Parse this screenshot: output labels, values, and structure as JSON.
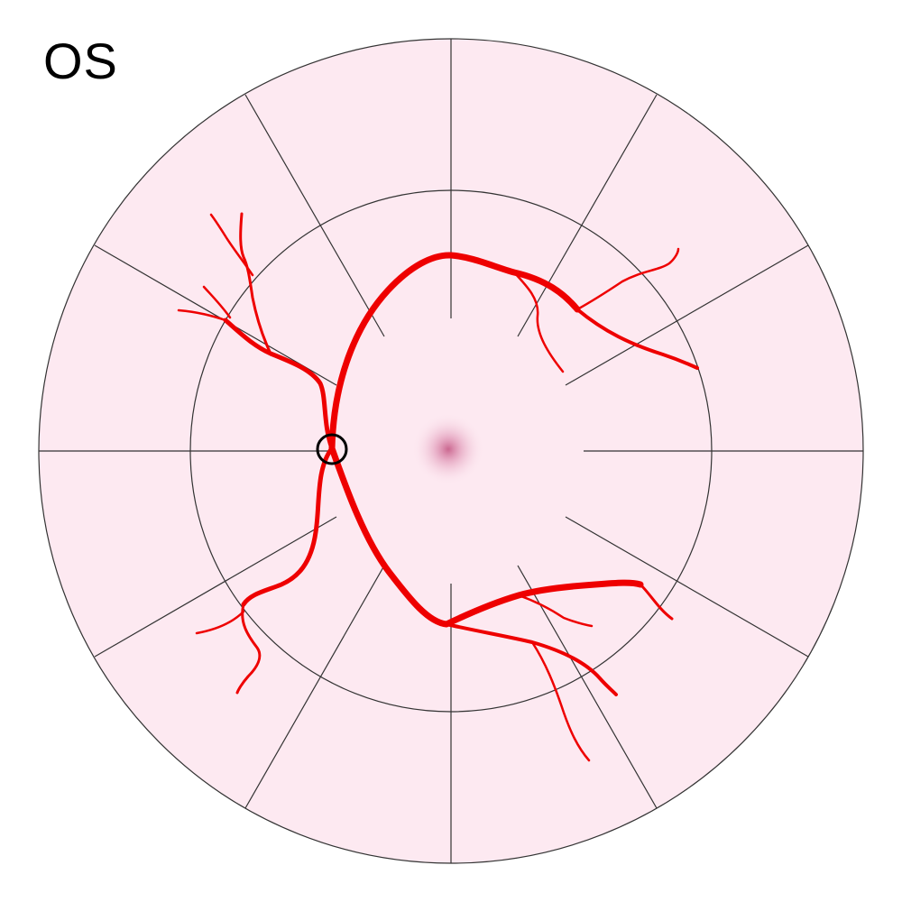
{
  "eye_label": "OS",
  "colors": {
    "background": "#ffffff",
    "field_fill": "#fde9f1",
    "grid_line": "#333333",
    "vessel": "#ee0000",
    "macula": "#c8608a",
    "optic_disc_outline": "#000000"
  },
  "diagram": {
    "sectors": 12,
    "rings": [
      "outer-periphery",
      "mid-periphery",
      "posterior-pole"
    ],
    "landmarks": [
      "optic-disc",
      "macula"
    ],
    "vessels": [
      "superior-arcade",
      "inferior-arcade",
      "nasal-superior-branch",
      "nasal-inferior-branch"
    ]
  }
}
